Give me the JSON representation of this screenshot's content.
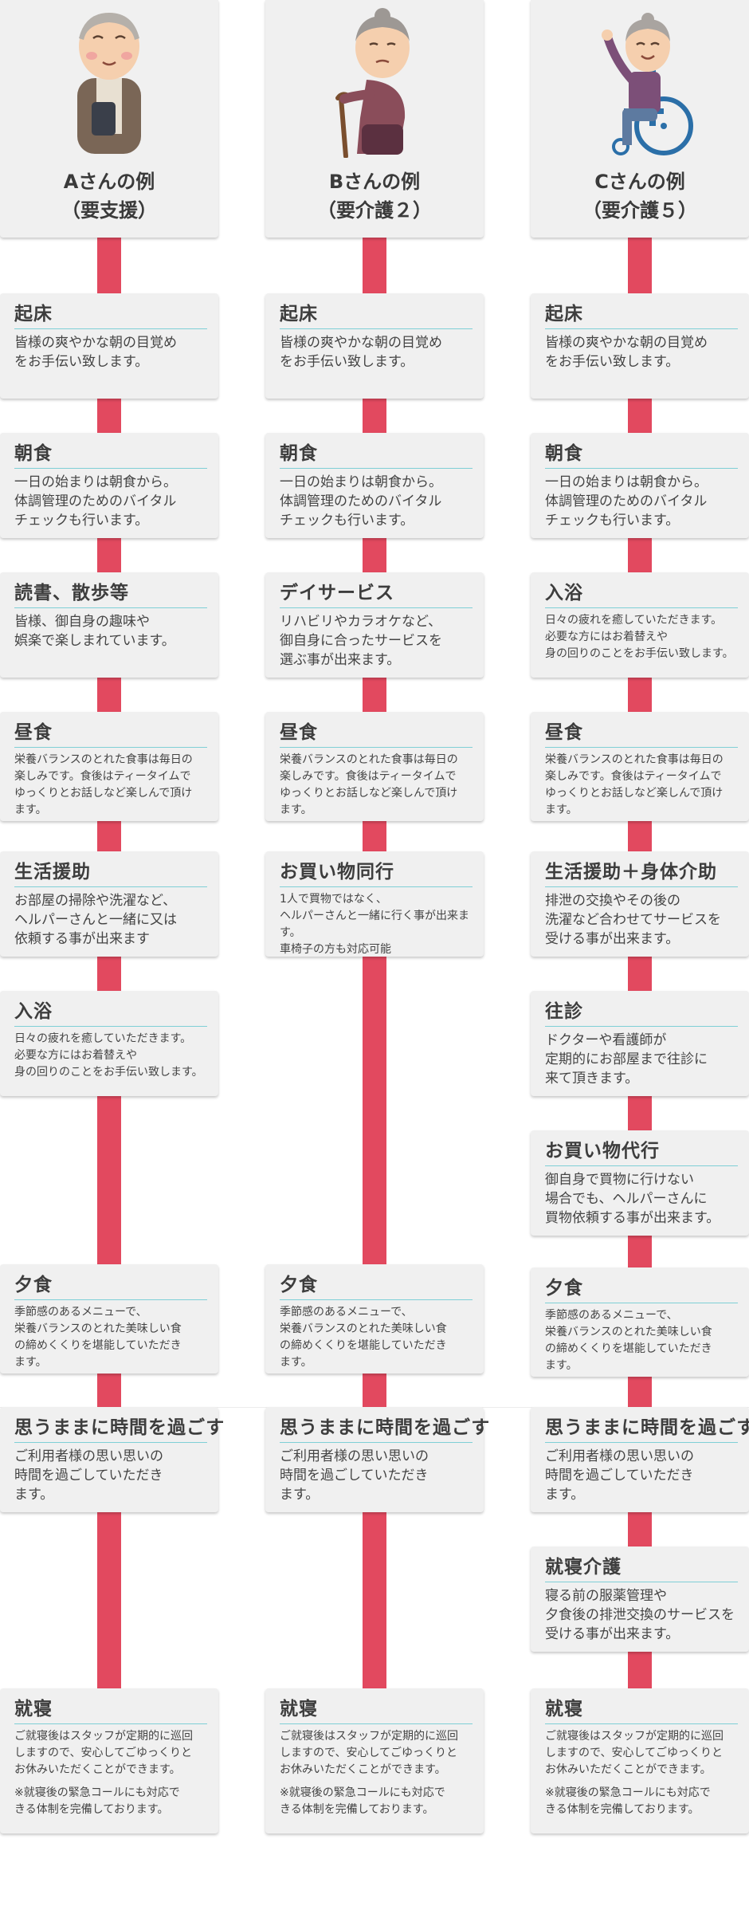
{
  "persons": [
    {
      "label": "Aさんの例\n（要支援）"
    },
    {
      "label": "Bさんの例\n（要介護２）"
    },
    {
      "label": "Cさんの例\n（要介護５）"
    }
  ],
  "columns": [
    {
      "cards": [
        {
          "title": "起床",
          "desc": "皆様の爽やかな朝の目覚め\nをお手伝い致します。"
        },
        {
          "title": "朝食",
          "desc": "一日の始まりは朝食から。\n体調管理のためのバイタル\nチェックも行います。"
        },
        {
          "title": "読書、散歩等",
          "desc": "皆様、御自身の趣味や\n娯楽で楽しまれています。"
        },
        {
          "title": "昼食",
          "desc": "栄養バランスのとれた食事は毎日の\n楽しみです。食後はティータイムで\nゆっくりとお話しなど楽しんで頂け\nます。"
        },
        {
          "title": "生活援助",
          "desc": "お部屋の掃除や洗濯など、\nヘルパーさんと一緒に又は\n依頼する事が出来ます"
        },
        {
          "title": "入浴",
          "desc": "日々の疲れを癒していただきます。\n必要な方にはお着替えや\n身の回りのことをお手伝い致します。"
        },
        {
          "title": "夕食",
          "desc": "季節感のあるメニューで、\n栄養バランスのとれた美味しい食\nの締めくくりを堪能していただき\nます。"
        },
        {
          "title": "思うままに時間を過ごす",
          "desc": "ご利用者様の思い思いの\n時間を過ごしていただき\nます。"
        },
        {
          "title": "就寝",
          "desc": "ご就寝後はスタッフが定期的に巡回\nしますので、安心してごゆっくりと\nお休みいただくことができます。",
          "note": "※就寝後の緊急コールにも対応で\nきる体制を完備しております。"
        }
      ]
    },
    {
      "cards": [
        {
          "title": "起床",
          "desc": "皆様の爽やかな朝の目覚め\nをお手伝い致します。"
        },
        {
          "title": "朝食",
          "desc": "一日の始まりは朝食から。\n体調管理のためのバイタル\nチェックも行います。"
        },
        {
          "title": "デイサービス",
          "desc": "リハビリやカラオケなど、\n御自身に合ったサービスを\n選ぶ事が出来ます。"
        },
        {
          "title": "昼食",
          "desc": "栄養バランスのとれた食事は毎日の\n楽しみです。食後はティータイムで\nゆっくりとお話しなど楽しんで頂け\nます。"
        },
        {
          "title": "お買い物同行",
          "desc": "1人で買物ではなく、\nヘルパーさんと一緒に行く事が出来ます。\n車椅子の方も対応可能"
        },
        {
          "title": "夕食",
          "desc": "季節感のあるメニューで、\n栄養バランスのとれた美味しい食\nの締めくくりを堪能していただき\nます。"
        },
        {
          "title": "思うままに時間を過ごす",
          "desc": "ご利用者様の思い思いの\n時間を過ごしていただき\nます。"
        },
        {
          "title": "就寝",
          "desc": "ご就寝後はスタッフが定期的に巡回\nしますので、安心してごゆっくりと\nお休みいただくことができます。",
          "note": "※就寝後の緊急コールにも対応で\nきる体制を完備しております。"
        }
      ]
    },
    {
      "cards": [
        {
          "title": "起床",
          "desc": "皆様の爽やかな朝の目覚め\nをお手伝い致します。"
        },
        {
          "title": "朝食",
          "desc": "一日の始まりは朝食から。\n体調管理のためのバイタル\nチェックも行います。"
        },
        {
          "title": "入浴",
          "desc": "日々の疲れを癒していただきます。\n必要な方にはお着替えや\n身の回りのことをお手伝い致します。"
        },
        {
          "title": "昼食",
          "desc": "栄養バランスのとれた食事は毎日の\n楽しみです。食後はティータイムで\nゆっくりとお話しなど楽しんで頂け\nます。"
        },
        {
          "title": "生活援助＋身体介助",
          "desc": "排泄の交換やその後の\n洗濯など合わせてサービスを\n受ける事が出来ます。"
        },
        {
          "title": "往診",
          "desc": "ドクターや看護師が\n定期的にお部屋まで往診に\n来て頂きます。"
        },
        {
          "title": "お買い物代行",
          "desc": "御自身で買物に行けない\n場合でも、ヘルパーさんに\n買物依頼する事が出来ます。"
        },
        {
          "title": "夕食",
          "desc": "季節感のあるメニューで、\n栄養バランスのとれた美味しい食\nの締めくくりを堪能していただき\nます。"
        },
        {
          "title": "思うままに時間を過ごす",
          "desc": "ご利用者様の思い思いの\n時間を過ごしていただき\nます。"
        },
        {
          "title": "就寝介護",
          "desc": "寝る前の服薬管理や\n夕食後の排泄交換のサービスを\n受ける事が出来ます。"
        },
        {
          "title": "就寝",
          "desc": "ご就寝後はスタッフが定期的に巡回\nしますので、安心してごゆっくりと\nお休みいただくことができます。",
          "note": "※就寝後の緊急コールにも対応で\nきる体制を完備しております。"
        }
      ]
    }
  ]
}
